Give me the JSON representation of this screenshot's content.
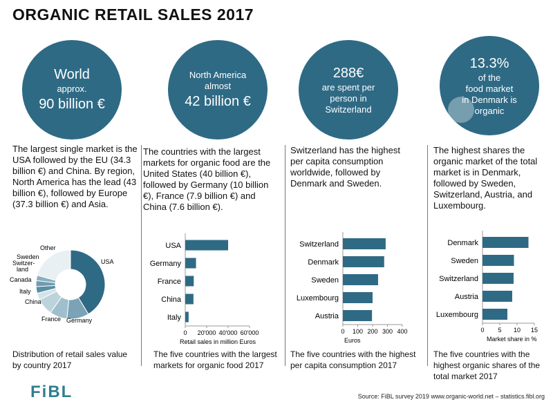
{
  "title": "ORGANIC RETAIL SALES 2017",
  "colors": {
    "circle": "#2f6a85",
    "bar": "#2f6a85",
    "text": "#111111",
    "logo": "#2f7f8f"
  },
  "circles": [
    {
      "line1": "World",
      "line2": "approx.",
      "value": "90 billion €"
    },
    {
      "line1": "North America",
      "line2": "almost",
      "value": "42 billion €"
    },
    {
      "line1": "288€",
      "line2": "are spent per",
      "line3": "person in",
      "line4": "Switzerland"
    },
    {
      "line1": "13.3%",
      "line2": "of the",
      "line3": "food market",
      "line4": "in Denmark is",
      "line5": "organic"
    }
  ],
  "descriptions": [
    "The largest single market is the USA followed by the EU (34.3 billion €) and China. By region, North America has the lead (43 billion €), followed by Europe (37.3 billion €) and Asia.",
    "The countries with the largest markets for organic food are the United States (40 billion €), followed by Germany (10 billion €), France (7.9 billion €) and China (7.6 billion €).",
    "Switzerland has the highest per capita consumption worldwide, followed by Denmark and Sweden.",
    "The highest shares the organic market of the total market is in Denmark, followed by Sweden, Switzerland, Austria, and Luxembourg."
  ],
  "captions": [
    "Distribution of retail sales value by country 2017",
    "The five countries with the largest markets for organic food 2017",
    "The five countries with the highest per capita consumption 2017",
    "The five countries with the highest organic shares of the total market 2017"
  ],
  "logo": "FiBL",
  "source": "Source: FiBL survey 2019  www.organic-world.net – statistics.fibl.org",
  "chart_data": [
    {
      "type": "pie",
      "title": "",
      "categories": [
        "USA",
        "Germany",
        "France",
        "China",
        "Italy",
        "Canada",
        "Switzer-land",
        "Sweden",
        "Other"
      ],
      "values": [
        40.0,
        10.0,
        7.9,
        7.6,
        3.1,
        3.0,
        2.7,
        2.4,
        20.0
      ],
      "colors": [
        "#2f6a85",
        "#7aa3b5",
        "#9fbfcc",
        "#bdd3dc",
        "#d3e3ea",
        "#5a8ea3",
        "#6f9cb0",
        "#8aafbf",
        "#e8f0f4"
      ]
    },
    {
      "type": "bar",
      "categories": [
        "USA",
        "Germany",
        "France",
        "China",
        "Italy"
      ],
      "values": [
        40011,
        10040,
        7921,
        7647,
        3137
      ],
      "xlabel": "Retail sales in million Euros",
      "xlim": [
        0,
        60000
      ],
      "ticks": [
        "0",
        "20'000",
        "40'000",
        "60'000"
      ]
    },
    {
      "type": "bar",
      "categories": [
        "Switzerland",
        "Denmark",
        "Sweden",
        "Luxembourg",
        "Austria"
      ],
      "values": [
        288,
        278,
        237,
        200,
        196
      ],
      "xlabel": "Euros",
      "xlim": [
        0,
        400
      ],
      "ticks": [
        "0",
        "100",
        "200",
        "300",
        "400"
      ]
    },
    {
      "type": "bar",
      "categories": [
        "Denmark",
        "Sweden",
        "Switzerland",
        "Austria",
        "Luxembourg"
      ],
      "values": [
        13.3,
        9.1,
        9.0,
        8.6,
        7.2
      ],
      "xlabel": "Market share in %",
      "xlim": [
        0,
        15
      ],
      "ticks": [
        "0",
        "5",
        "10",
        "15"
      ]
    }
  ]
}
